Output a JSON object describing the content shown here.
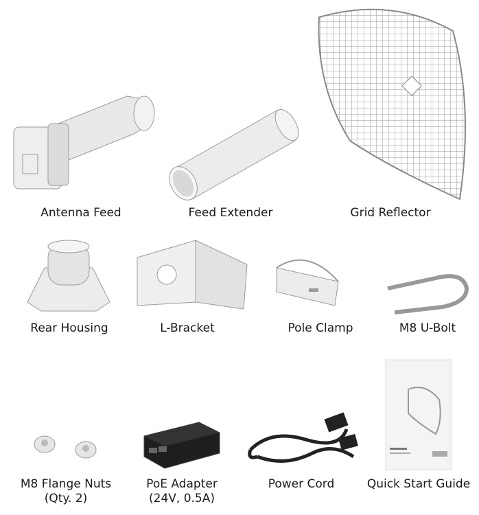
{
  "items": [
    {
      "label": "Antenna Feed"
    },
    {
      "label": "Feed Extender"
    },
    {
      "label": "Grid Reflector"
    },
    {
      "label": "Rear Housing"
    },
    {
      "label": "L-Bracket"
    },
    {
      "label": "Pole Clamp"
    },
    {
      "label": "M8 U-Bolt"
    },
    {
      "label": "M8 Flange Nuts",
      "sublabel": "(Qty. 2)"
    },
    {
      "label": "PoE Adapter",
      "sublabel": "(24V, 0.5A)"
    },
    {
      "label": "Power Cord"
    },
    {
      "label": "Quick Start Guide"
    }
  ],
  "colors": {
    "part": "#e6e6e6",
    "outline": "#9a9a9a",
    "adapter": "#1e1e1e"
  }
}
